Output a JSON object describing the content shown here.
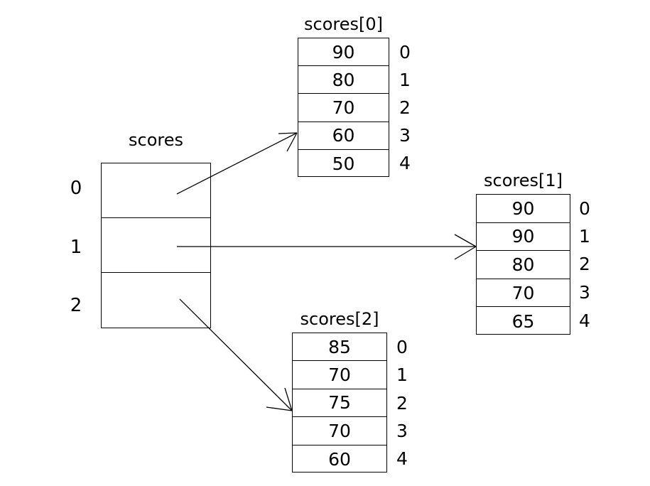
{
  "diagram": {
    "type": "array-of-arrays-pointer-diagram",
    "background_color": "#ffffff",
    "line_color": "#000000",
    "text_color": "#000000"
  },
  "pointer_array": {
    "title": "scores",
    "indices": [
      "0",
      "1",
      "2"
    ],
    "cells": [
      "",
      "",
      ""
    ]
  },
  "value_arrays": [
    {
      "title": "scores[0]",
      "indices": [
        "0",
        "1",
        "2",
        "3",
        "4"
      ],
      "values": [
        "90",
        "80",
        "70",
        "60",
        "50"
      ]
    },
    {
      "title": "scores[1]",
      "indices": [
        "0",
        "1",
        "2",
        "3",
        "4"
      ],
      "values": [
        "90",
        "90",
        "80",
        "70",
        "65"
      ]
    },
    {
      "title": "scores[2]",
      "indices": [
        "0",
        "1",
        "2",
        "3",
        "4"
      ],
      "values": [
        "85",
        "70",
        "75",
        "70",
        "60"
      ]
    }
  ],
  "arrows": [
    {
      "name": "pointer-0-to-scores0",
      "from_row": "0",
      "to_array": "scores[0]"
    },
    {
      "name": "pointer-1-to-scores1",
      "from_row": "1",
      "to_array": "scores[1]"
    },
    {
      "name": "pointer-2-to-scores2",
      "from_row": "2",
      "to_array": "scores[2]"
    }
  ]
}
